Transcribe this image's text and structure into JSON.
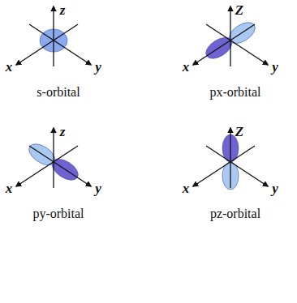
{
  "diagram": {
    "labels": [
      "z",
      "x",
      "y",
      "s-orbital",
      "Z",
      "x",
      "y",
      "px-orbital",
      "z",
      "x",
      "y",
      "py-orbital",
      "Z",
      "x",
      "y",
      "pz-orbital"
    ]
  }
}
